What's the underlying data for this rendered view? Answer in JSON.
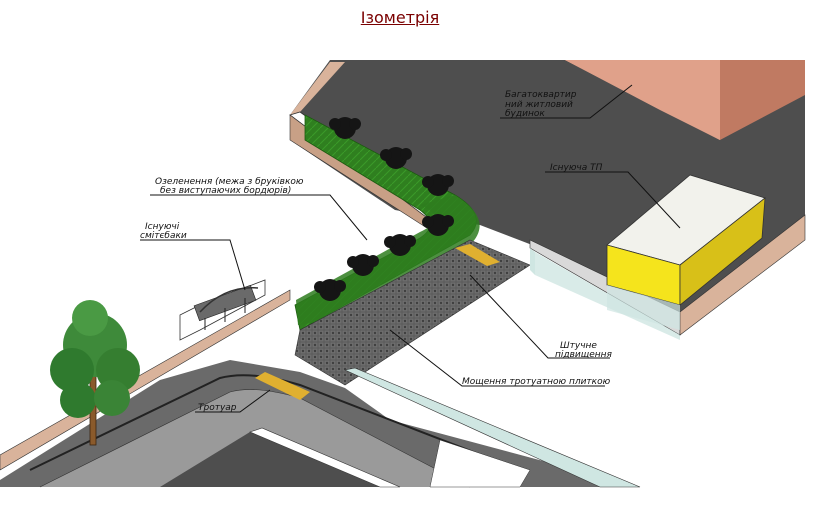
{
  "title": "Ізометрія",
  "labels": {
    "building_line1": "Багатоквартир",
    "building_line2": "ний житловий",
    "building_line3": "будинок",
    "tp": "Існуюча ТП",
    "greening_line1": "Озеленення (межа з бруківкою",
    "greening_line2": "без виступаючих бордюрів)",
    "bins_line1": "Існуючі",
    "bins_line2": "смітєбаки",
    "bump_line1": "Штучне",
    "bump_line2": "підвищення",
    "paving": "Мощення тротуатною плиткою",
    "sidewalk": "Тротуар"
  },
  "colors": {
    "asphalt": "#4f4f4f",
    "lawn": "#2e7d1e",
    "paving": "#5c5c5c",
    "building": "#d9937a",
    "tp_body": "#f0e21a",
    "tp_roof": "#f3f3ee",
    "curb": "#d9b39b",
    "glass": "#c9e3df",
    "marking": "#e0b030"
  }
}
